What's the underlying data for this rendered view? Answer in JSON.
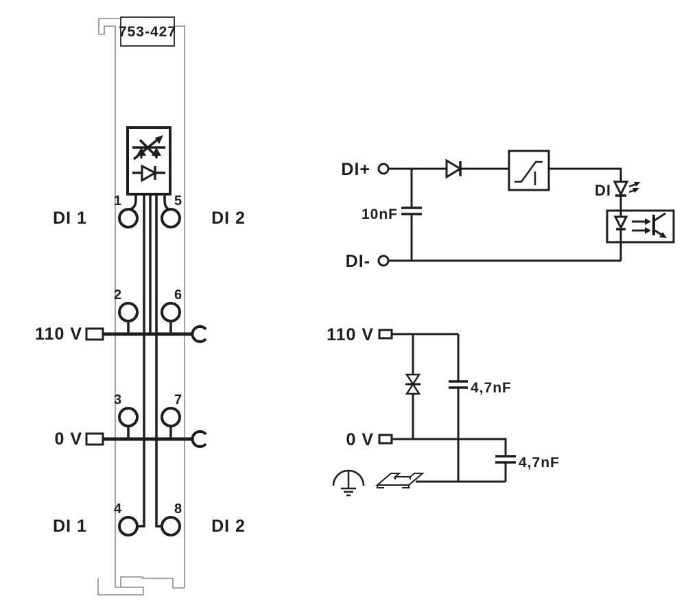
{
  "colors": {
    "line": "#1d1d1b",
    "module_outline": "#8a8a8a",
    "background": "#ffffff"
  },
  "module": {
    "part_number": "753-427",
    "labels": {
      "di1_top": "DI 1",
      "di2_top": "DI 2",
      "v110": "110 V",
      "v0": "0 V",
      "di1_bottom": "DI 1",
      "di2_bottom": "DI 2"
    },
    "terminal_numbers": [
      "1",
      "2",
      "3",
      "4",
      "5",
      "6",
      "7",
      "8"
    ]
  },
  "input_circuit": {
    "label_di_plus": "DI+",
    "label_di_minus": "DI-",
    "capacitor_value": "10nF",
    "led_label": "DI"
  },
  "power_circuit": {
    "label_v110": "110 V",
    "label_v0": "0 V",
    "capacitor_110_value": "4,7nF",
    "capacitor_0_value": "4,7nF"
  }
}
